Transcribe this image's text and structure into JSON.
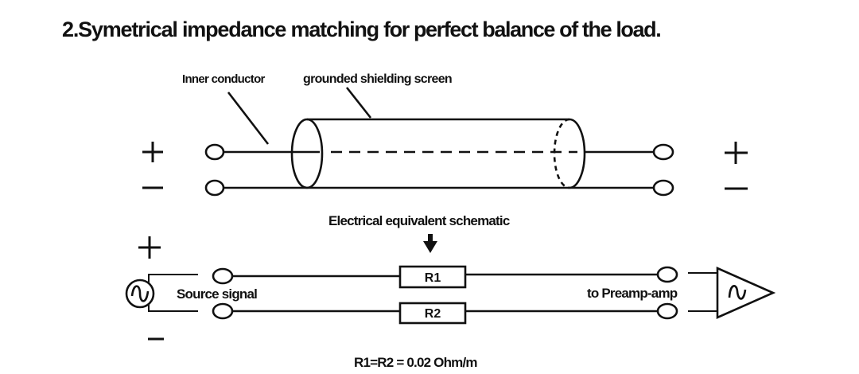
{
  "title": {
    "bold_part": "2.Symetrical impedance matching",
    "rest_part": " for perfect balance of the load."
  },
  "cable_diagram": {
    "inner_conductor_label": "Inner conductor",
    "shield_label": "grounded shielding screen",
    "left_plus": "+",
    "left_minus": "−",
    "right_plus": "+",
    "right_minus": "−"
  },
  "schematic": {
    "heading": "Electrical equivalent schematic",
    "arrow": "down-arrow",
    "source_label": "Source signal",
    "source_plus": "+",
    "source_minus": "−",
    "resistor_top": "R1",
    "resistor_bottom": "R2",
    "load_label": "to Preamp-amp",
    "equation": "R1=R2 = 0.02 Ohm/m"
  }
}
